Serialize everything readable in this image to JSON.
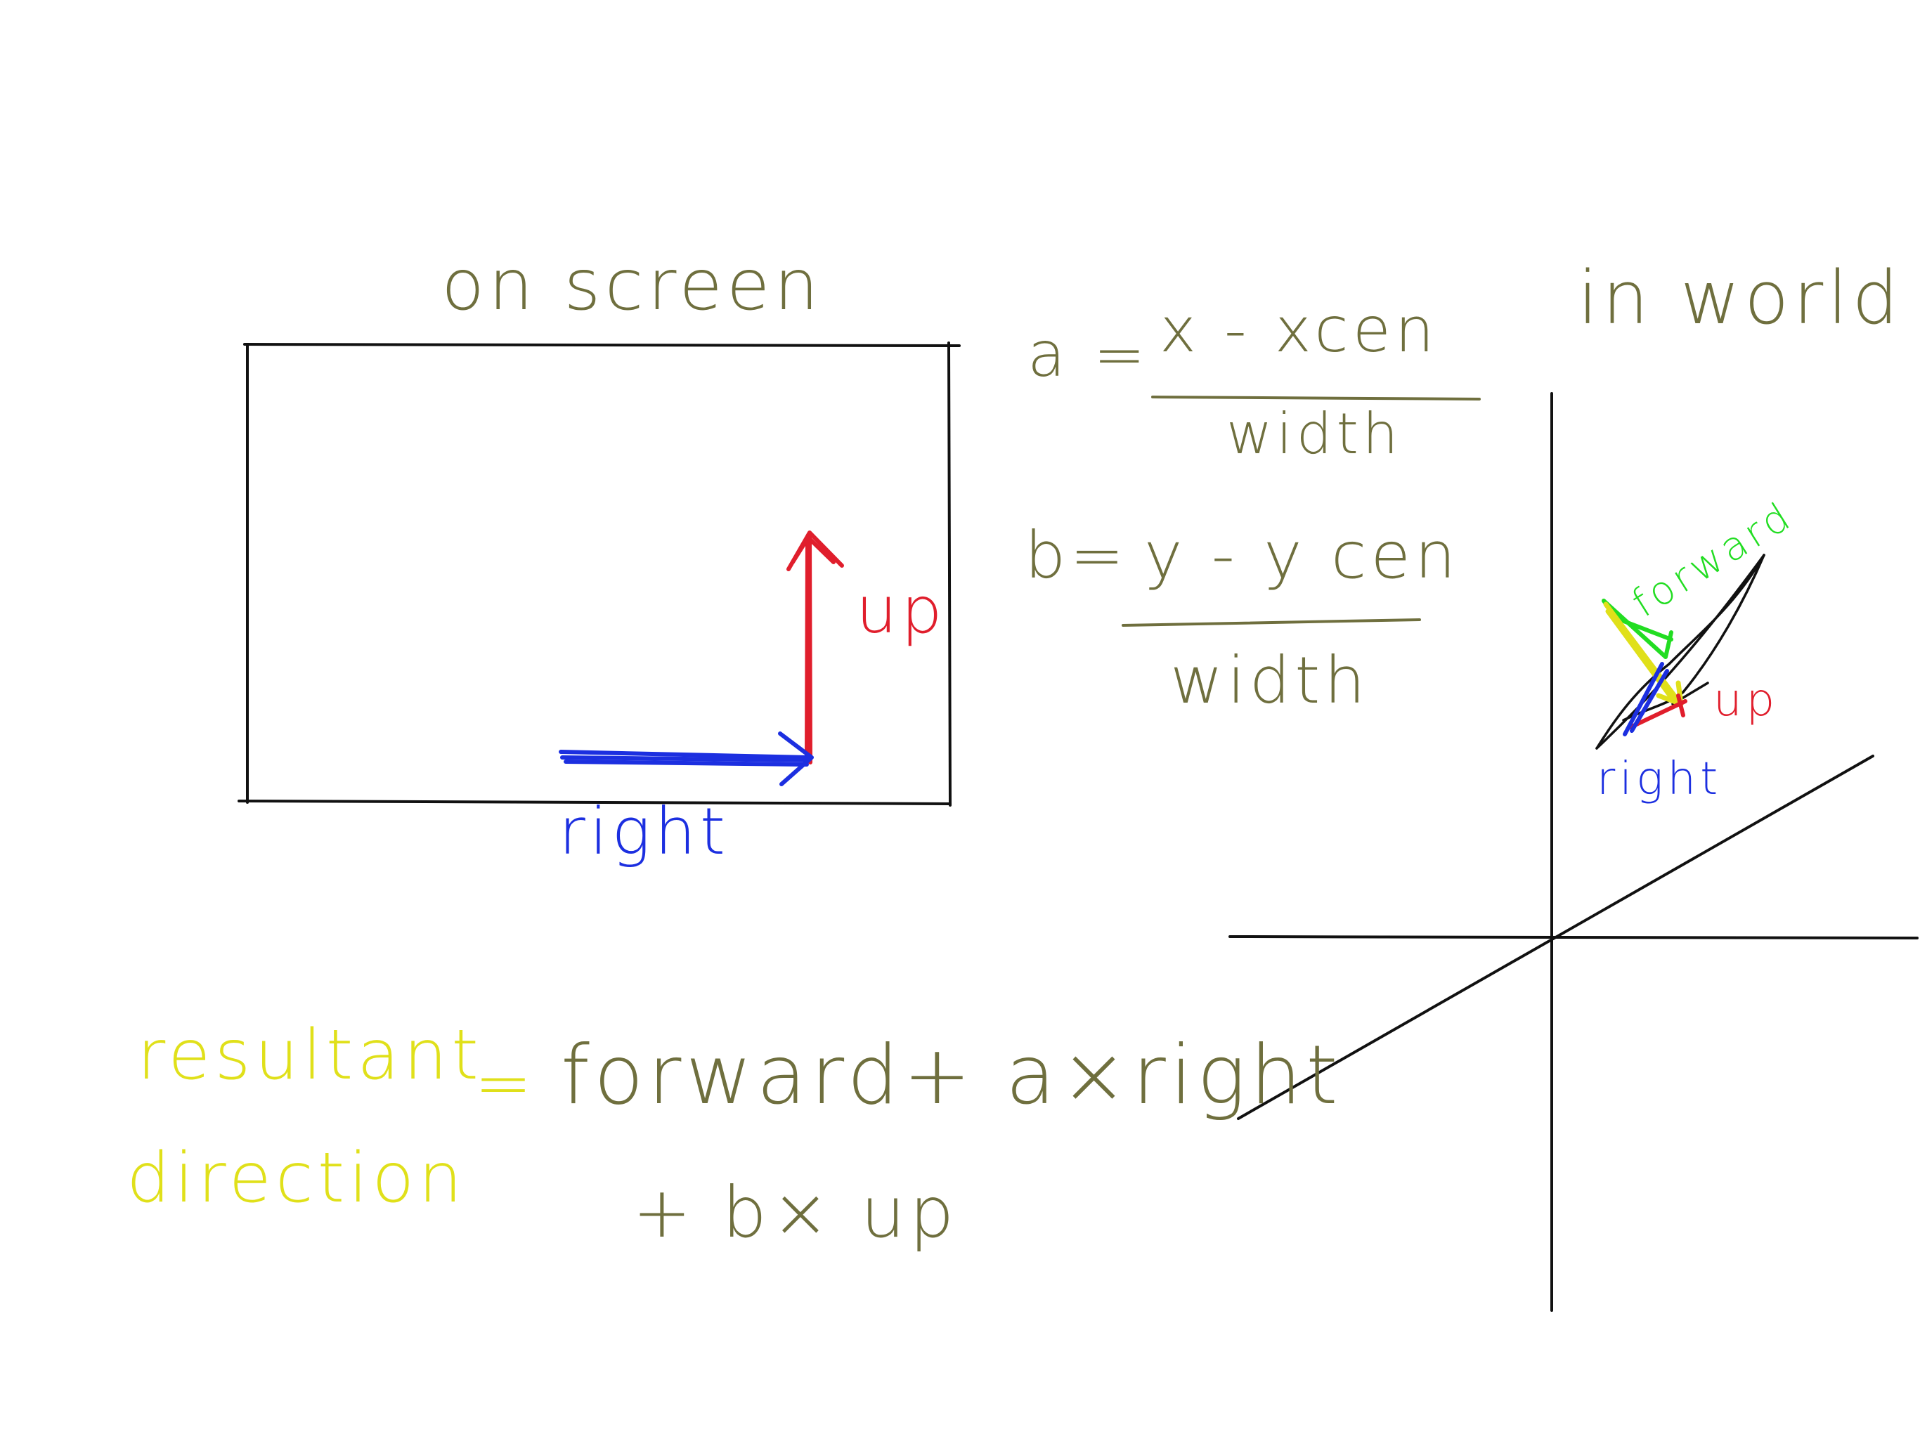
{
  "colors": {
    "ink": "#6f6f3e",
    "black": "#111111",
    "red": "#e01e2c",
    "blue": "#1c2fe0",
    "green": "#22dd22",
    "yellow": "#e0e01a"
  },
  "screen_panel": {
    "title": "on screen",
    "up_label": "up",
    "right_label": "right"
  },
  "formulas": {
    "a_lhs": "a =",
    "a_numerator": "x - xcen",
    "a_denominator": "width",
    "b_lhs": "b=",
    "b_numerator": "y - y cen",
    "b_denominator": "width"
  },
  "world_panel": {
    "title": "in world",
    "forward_label": "forward",
    "up_label": "up",
    "right_label": "right"
  },
  "resultant": {
    "label_line1": "resultant",
    "label_line2": "direction",
    "equals": "=",
    "rhs_line1": "forward+  a×right",
    "rhs_line2": "+  b× up"
  }
}
